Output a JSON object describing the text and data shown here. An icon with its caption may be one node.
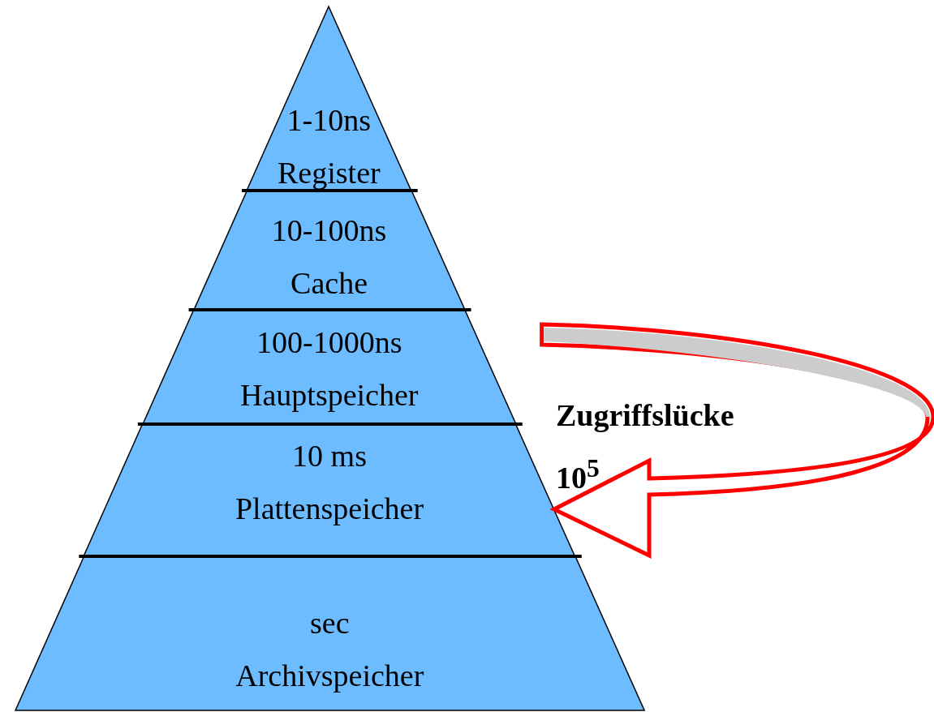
{
  "diagram": {
    "nodes": [
      {
        "text": [
          "1-10ns",
          "Register"
        ]
      },
      {
        "text": [
          "10-100ns",
          "Cache"
        ]
      },
      {
        "text": [
          "100-1000ns",
          "Hauptspeicher"
        ]
      },
      {
        "text": [
          "10 ms",
          "Plattenspeicher"
        ]
      },
      {
        "text": [
          "sec",
          "Archivspeicher"
        ]
      }
    ],
    "edges": [
      {
        "from": 2,
        "to": 3,
        "arrow": "to",
        "label": "Zugriffslücke 10$^{5}$",
        "color": "#ff0000"
      }
    ]
  }
}
